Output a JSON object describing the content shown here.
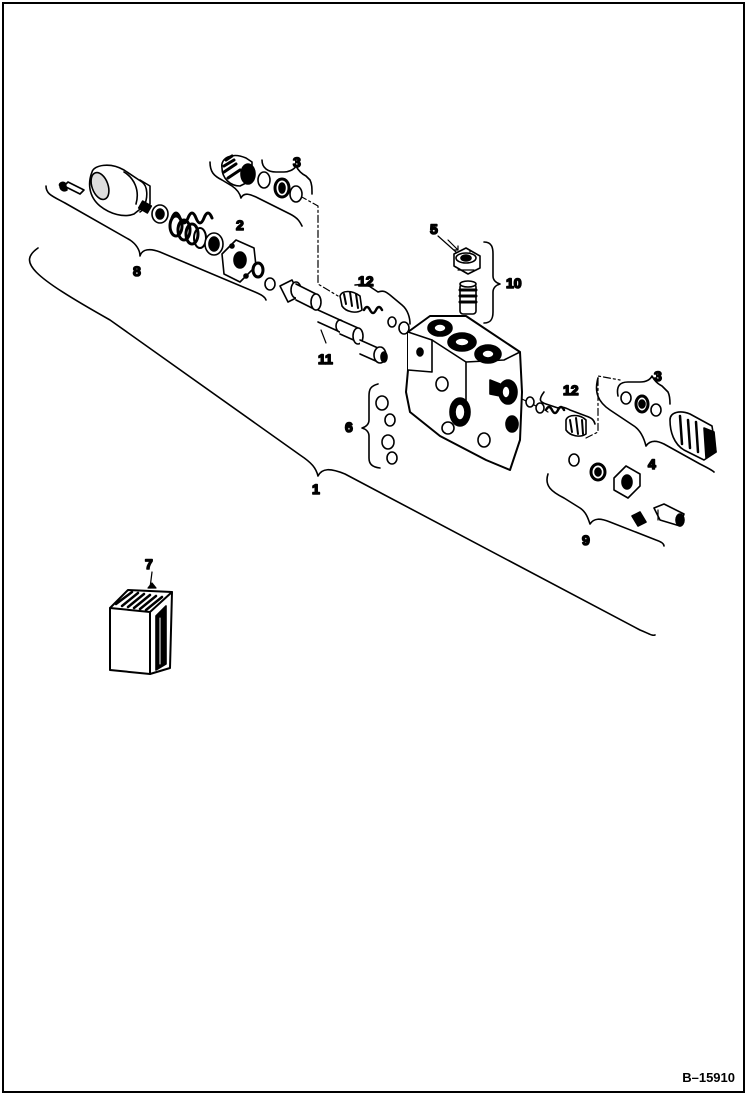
{
  "diagram": {
    "callouts": {
      "c1": "1",
      "c2": "2",
      "c3a": "3",
      "c3b": "3",
      "c4": "4",
      "c5": "5",
      "c6": "6",
      "c7": "7",
      "c8": "8",
      "c9": "9",
      "c10": "10",
      "c11": "11",
      "c12a": "12",
      "c12b": "12"
    },
    "reference_number": "B–15910"
  }
}
